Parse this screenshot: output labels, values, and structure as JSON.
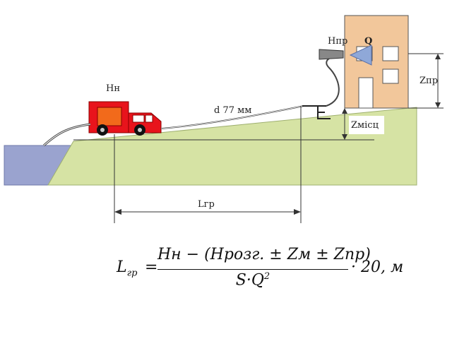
{
  "labels": {
    "pump_head": "Hн",
    "nozzle_head": "Hпр",
    "flow": "Q",
    "hose_diameter": "d 77 мм",
    "z_local": "Zмісц",
    "z_nozzle": "Zпр",
    "length": "Lгр"
  },
  "formula": {
    "lhs": "L",
    "lhs_sub": "гр",
    "eq": "=",
    "numerator": "Hн − (Hрозг. ± Zм ± Zпр)",
    "denominator": "S·Q",
    "denominator_sup": "2",
    "tail": "· 20, м"
  },
  "colors": {
    "ground": "#d6e3a4",
    "water": "#9aa3cf",
    "truck": "#e8141c",
    "truck_box": "#f26a1b",
    "building": "#f2c79b"
  }
}
